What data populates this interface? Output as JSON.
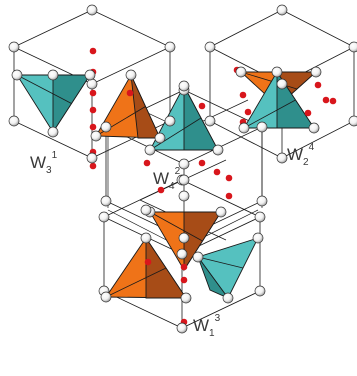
{
  "colors": {
    "teal": "#55c1bf",
    "teal_dark": "#2f8f8c",
    "orange": "#ef7318",
    "orange_dark": "#a74c17",
    "red_site": "#d8161c",
    "line": "#1a1a1a",
    "label": "#3a3a3a"
  },
  "labels": [
    {
      "main": "W",
      "sub": "3",
      "sup": "1"
    },
    {
      "main": "W",
      "sub": "4",
      "sup": "2"
    },
    {
      "main": "W",
      "sub": "2",
      "sup": "4"
    },
    {
      "main": "W",
      "sub": "1",
      "sup": "3"
    }
  ]
}
